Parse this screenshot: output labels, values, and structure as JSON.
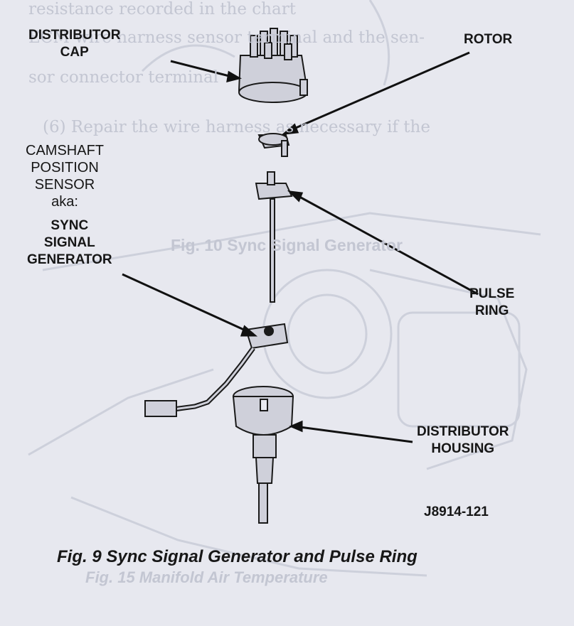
{
  "labels": {
    "distributor_cap": [
      "DISTRIBUTOR",
      "CAP"
    ],
    "rotor": "ROTOR",
    "camshaft_sensor": [
      "CAMSHAFT",
      "POSITION",
      "SENSOR",
      "aka:"
    ],
    "sync_generator": [
      "SYNC",
      "SIGNAL",
      "GENERATOR"
    ],
    "pulse_ring": [
      "PULSE",
      "RING"
    ],
    "distributor_housing": [
      "DISTRIBUTOR",
      "HOUSING"
    ]
  },
  "figure_id": "J8914-121",
  "caption": "Fig. 9 Sync Signal Generator and Pulse Ring",
  "colors": {
    "paper": "#e7e8ef",
    "ink": "#1a1a1a",
    "ghost": "#c3c6d2",
    "part_fill": "#cfd0da"
  }
}
